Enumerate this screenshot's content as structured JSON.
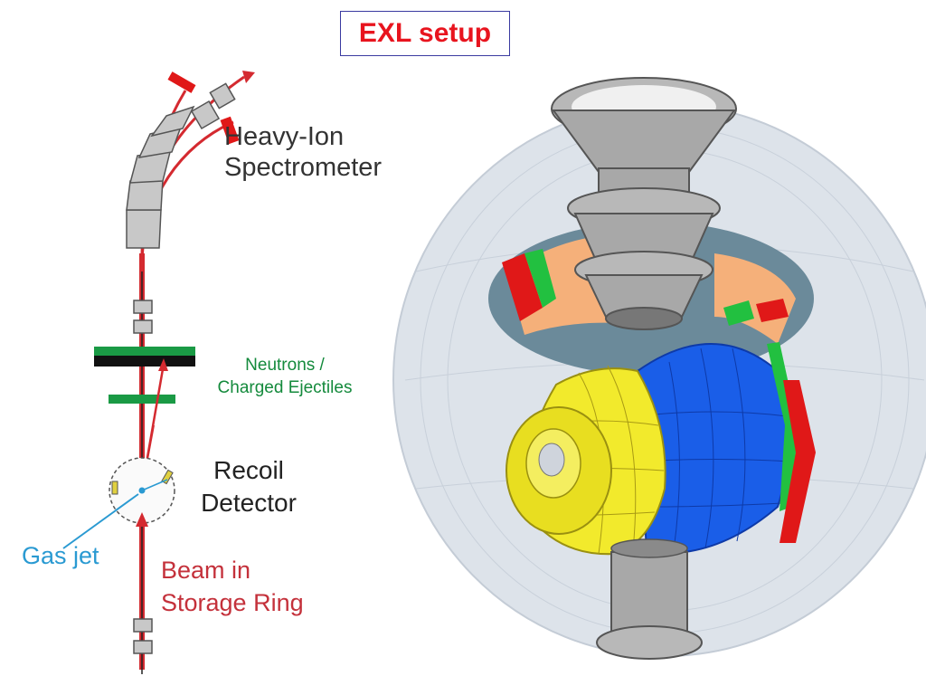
{
  "title": "EXL setup",
  "labels": {
    "spectrometer_line1": "Heavy-Ion",
    "spectrometer_line2": "Spectrometer",
    "neutrons_line1": "Neutrons /",
    "neutrons_line2": "Charged Ejectiles",
    "recoil_line1": "Recoil",
    "recoil_line2": "Detector",
    "gas_jet": "Gas jet",
    "beam_line1": "Beam in",
    "beam_line2": "Storage Ring"
  },
  "colors": {
    "title_red": "#e8141e",
    "beam_red": "#d42a30",
    "neutron_green": "#1a9a45",
    "gasjet_blue": "#2a9ad2",
    "magnet_gray": "#c8c8c8",
    "yellow_detector": "#f2ea2c",
    "blue_detector": "#1a5ee8",
    "red_detector": "#e01818",
    "green_detector": "#22c040",
    "orange_detector": "#f5b07a",
    "shell_gray": "#dde3ea"
  }
}
